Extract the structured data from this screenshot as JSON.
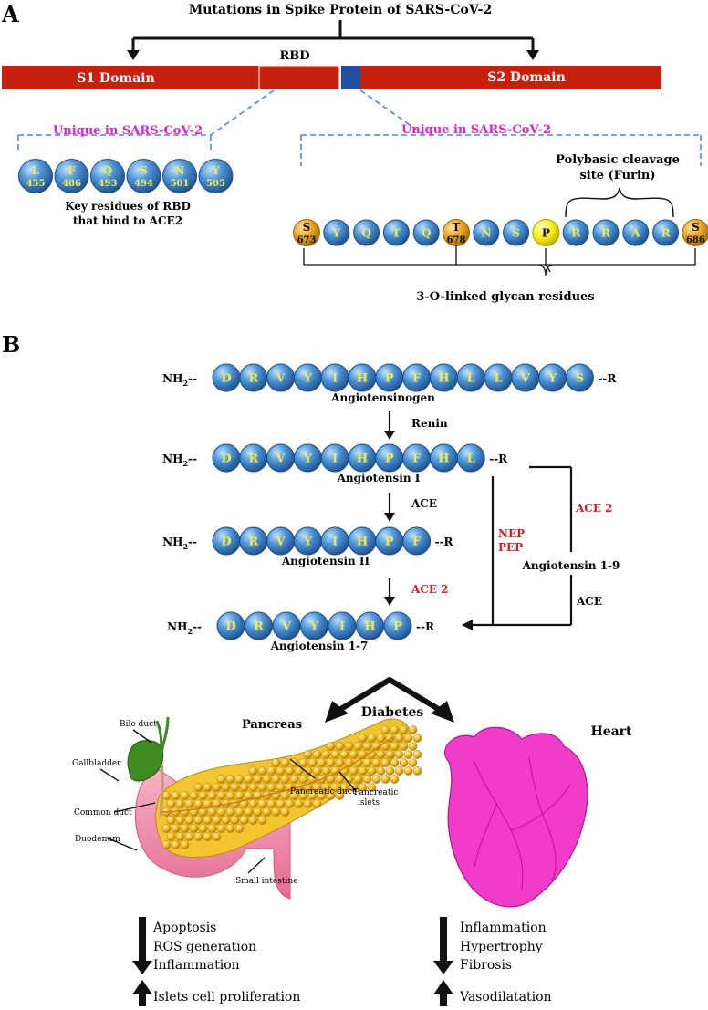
{
  "panel_a": {
    "letter": "A",
    "title": "Mutations in Spike Protein of SARS-CoV-2",
    "s1_label": "S1 Domain",
    "rbd_label": "RBD",
    "s2_label": "S2 Domain",
    "unique_rbd": "Unique in SARS-CoV-2",
    "unique_s2": "Unique in SARS-CoV-2",
    "rbd_residues": [
      {
        "aa": "L",
        "num": "455"
      },
      {
        "aa": "F",
        "num": "486"
      },
      {
        "aa": "Q",
        "num": "493"
      },
      {
        "aa": "S",
        "num": "494"
      },
      {
        "aa": "N",
        "num": "501"
      },
      {
        "aa": "Y",
        "num": "505"
      }
    ],
    "rbd_caption_1": "Key residues of RBD",
    "rbd_caption_2": "that bind to ACE2",
    "furin_label_1": "Polybasic cleavage",
    "furin_label_2": "site (Furin)",
    "s2_residues": [
      {
        "aa": "S",
        "num": "673",
        "kind": "orange"
      },
      {
        "aa": "Y",
        "num": "",
        "kind": "blue"
      },
      {
        "aa": "Q",
        "num": "",
        "kind": "blue"
      },
      {
        "aa": "T",
        "num": "",
        "kind": "blue"
      },
      {
        "aa": "Q",
        "num": "",
        "kind": "blue"
      },
      {
        "aa": "T",
        "num": "678",
        "kind": "orange"
      },
      {
        "aa": "N",
        "num": "",
        "kind": "blue"
      },
      {
        "aa": "S",
        "num": "",
        "kind": "blue"
      },
      {
        "aa": "P",
        "num": "",
        "kind": "yellow"
      },
      {
        "aa": "R",
        "num": "",
        "kind": "blue"
      },
      {
        "aa": "R",
        "num": "",
        "kind": "blue"
      },
      {
        "aa": "A",
        "num": "",
        "kind": "blue"
      },
      {
        "aa": "R",
        "num": "",
        "kind": "blue"
      },
      {
        "aa": "S",
        "num": "686",
        "kind": "orange"
      }
    ],
    "glycan_label": "3-O-linked glycan residues"
  },
  "panel_b": {
    "letter": "B",
    "nh2": "NH",
    "nh2_sub": "2",
    "r_end": "--R",
    "angiotensinogen": {
      "residues": [
        "D",
        "R",
        "V",
        "Y",
        "I",
        "H",
        "P",
        "F",
        "H",
        "L",
        "L",
        "V",
        "Y",
        "S"
      ],
      "name": "Angiotensinogen"
    },
    "angiotensin_i": {
      "residues": [
        "D",
        "R",
        "V",
        "Y",
        "I",
        "H",
        "P",
        "F",
        "H",
        "L"
      ],
      "name": "Angiotensin I"
    },
    "angiotensin_ii": {
      "residues": [
        "D",
        "R",
        "V",
        "Y",
        "I",
        "H",
        "P",
        "F"
      ],
      "name": "Angiotensin II"
    },
    "angiotensin_1_7": {
      "residues": [
        "D",
        "R",
        "V",
        "Y",
        "I",
        "H",
        "P"
      ],
      "name": "Angiotensin 1-7"
    },
    "renin": "Renin",
    "ace": "ACE",
    "ace2_main": "ACE 2",
    "nep": "NEP",
    "pep": "PEP",
    "ace2_side": "ACE 2",
    "angiotensin_1_9": "Angiotensin 1-9",
    "ace_side": "ACE",
    "diabetes": "Diabetes",
    "pancreas_title": "Pancreas",
    "heart_title": "Heart",
    "pancreas_labels": {
      "bile_duct": "Bile duct",
      "gallbladder": "Gallbladder",
      "common_duct": "Common duct",
      "duodenum": "Duodenum",
      "pancreatic_duct": "Pancreatic duct",
      "pancreatic_islets_1": "Pancreatic",
      "pancreatic_islets_2": "islets",
      "small_intestine": "Small intestine"
    },
    "pancreas_down": [
      "Apoptosis",
      "ROS generation",
      "Inflammation"
    ],
    "pancreas_up": "Islets cell proliferation",
    "heart_down": [
      "Inflammation",
      "Hypertrophy",
      "Fibrosis"
    ],
    "heart_up": "Vasodilatation"
  },
  "colors": {
    "domain_red": "#c8200e",
    "rbd_blue": "#1f4e9e",
    "magenta": "#e020d0",
    "dashed_blue": "#4a86e8",
    "bead_blue": "#3f87cc",
    "bead_orange": "#e8a317",
    "bead_yellow": "#f6f000",
    "bead_text": "#f3e94a",
    "ace2_red": "#d42020",
    "heart": "#f03cc8",
    "pancreas_pink": "#ee8aa6",
    "islet_gold": "#f0b820",
    "gallbladder": "#3f8a1f"
  }
}
